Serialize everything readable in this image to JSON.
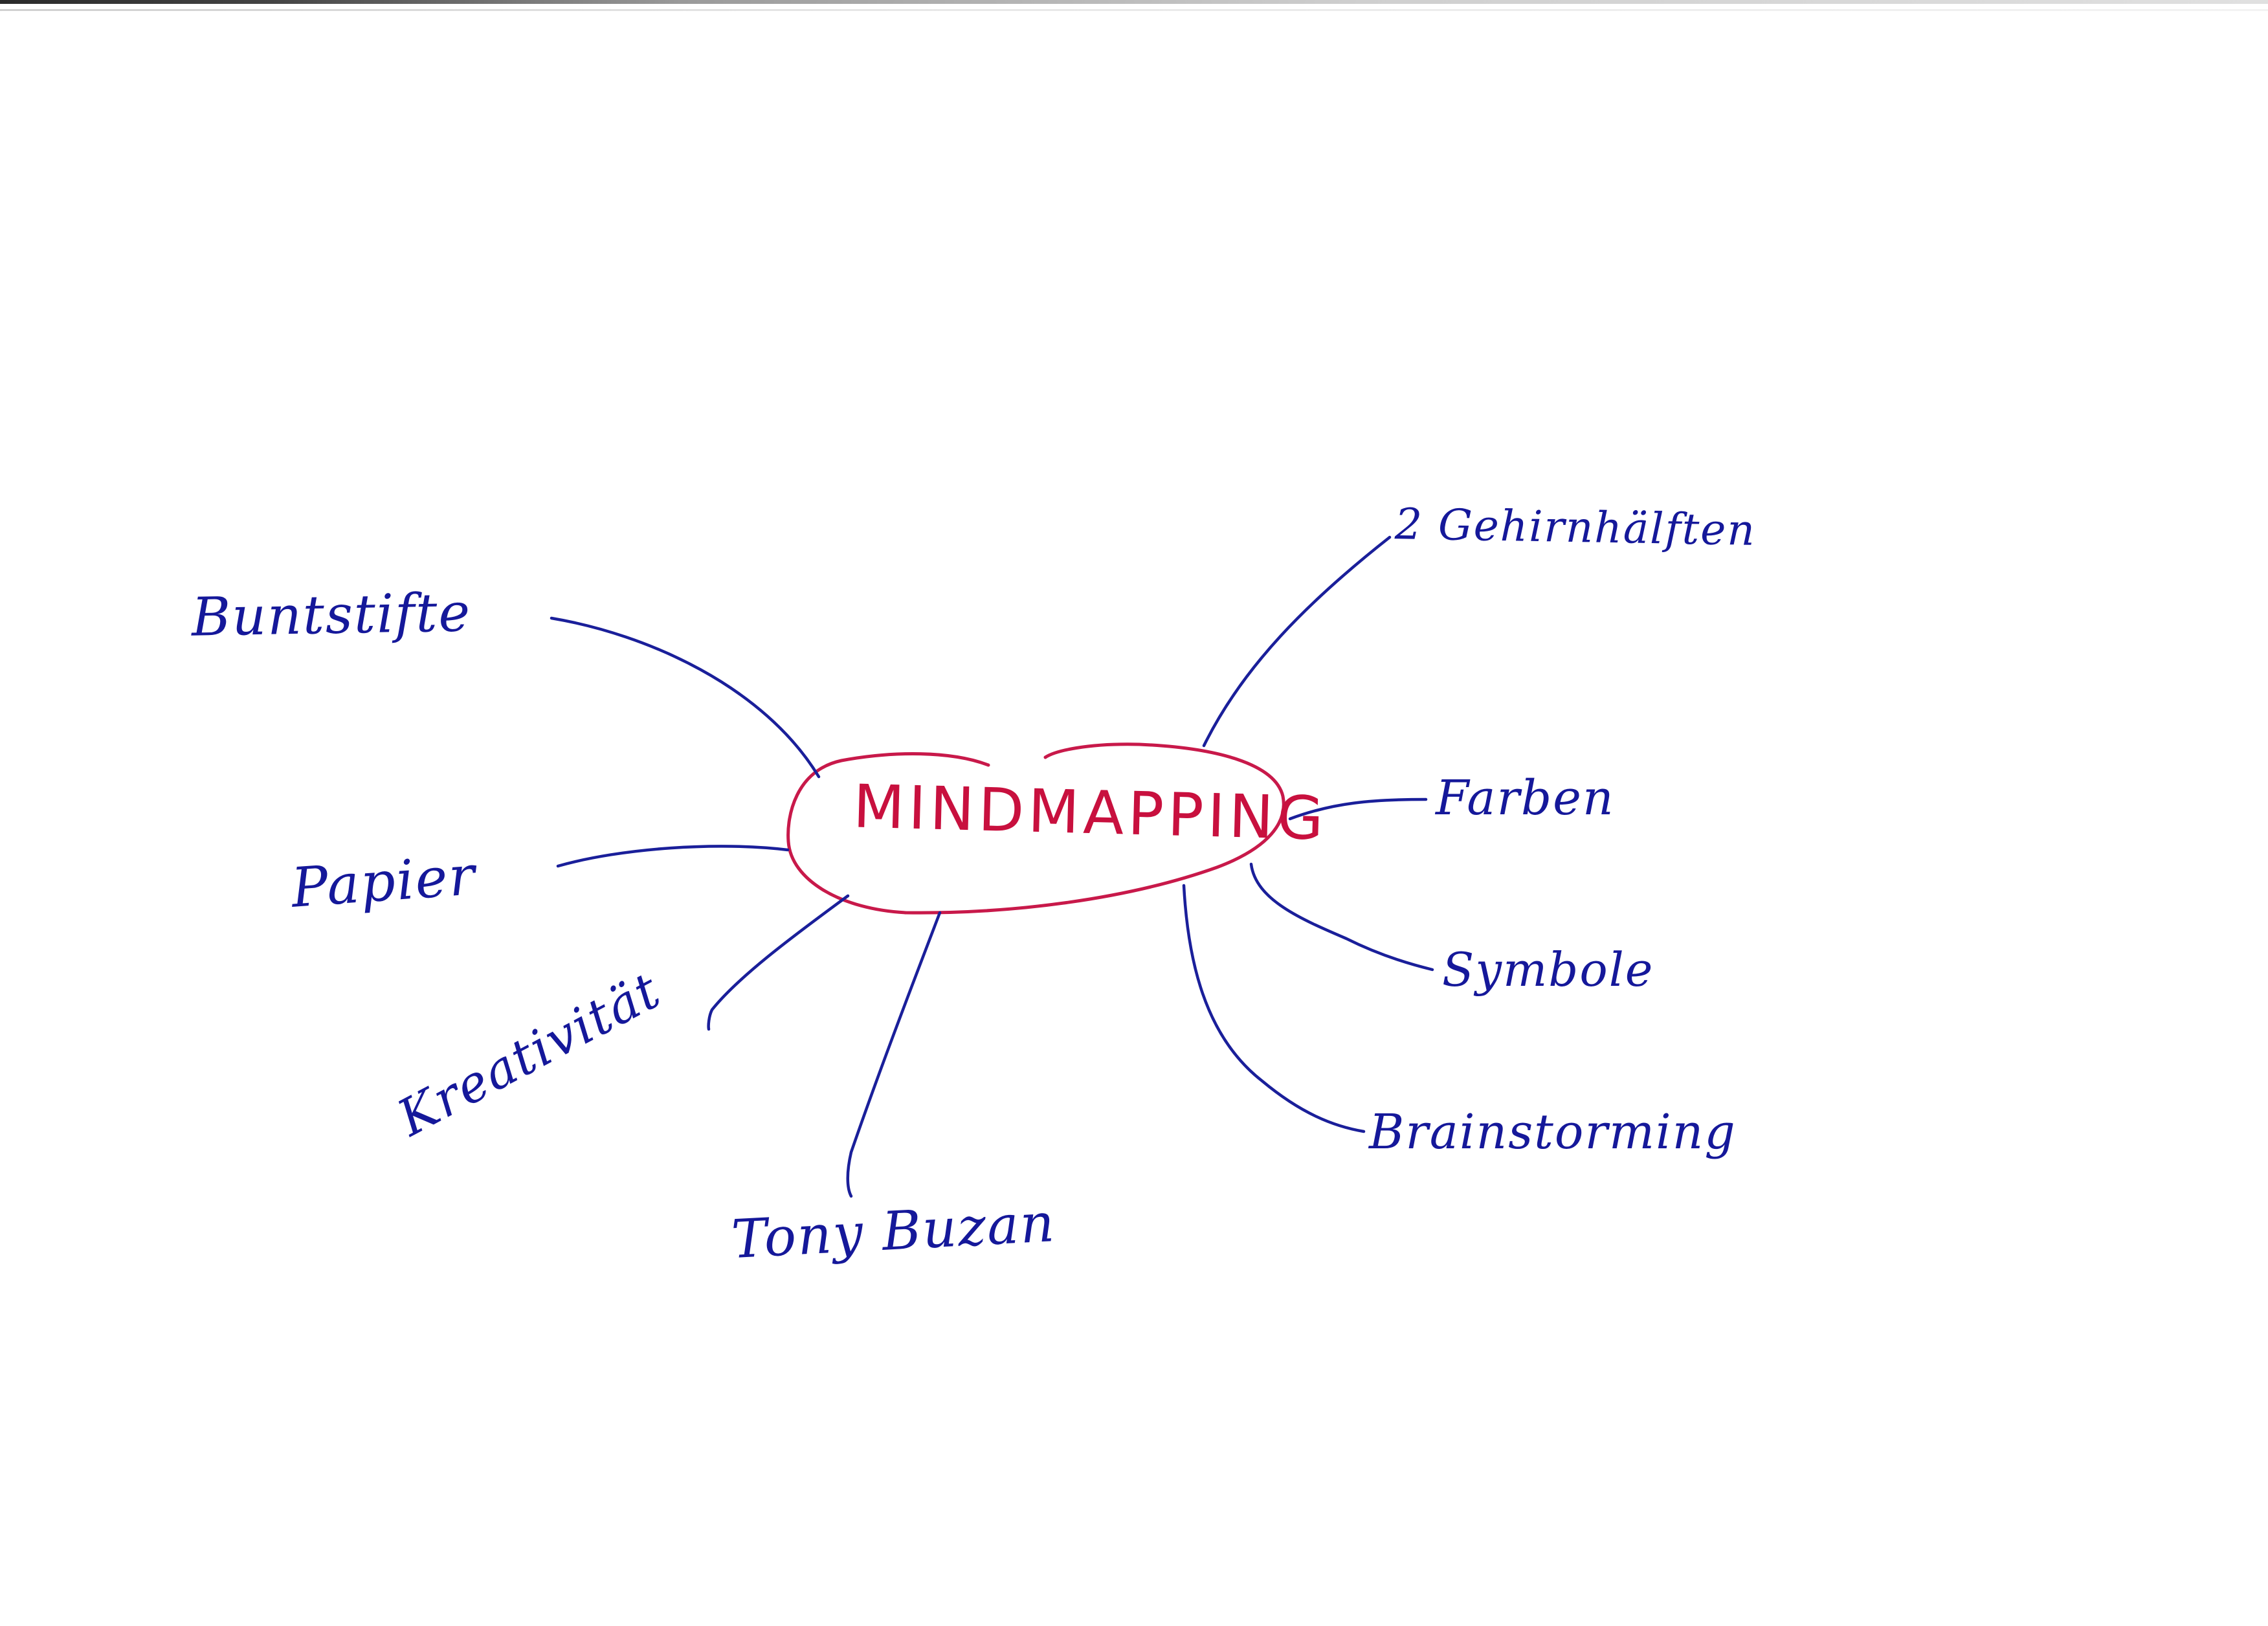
{
  "mindmap": {
    "center": {
      "label": "MINDMAPPING",
      "color": "#c8103e"
    },
    "branch_color": "#15189a",
    "branches": [
      {
        "label": "Buntstifte",
        "side": "left"
      },
      {
        "label": "Papier",
        "side": "left"
      },
      {
        "label": "Kreativität",
        "side": "left"
      },
      {
        "label": "Tony Buzan",
        "side": "bottom"
      },
      {
        "label": "2 Gehirnhälften",
        "side": "right"
      },
      {
        "label": "Farben",
        "side": "right"
      },
      {
        "label": "Symbole",
        "side": "right"
      },
      {
        "label": "Brainstorming",
        "side": "right"
      }
    ]
  }
}
